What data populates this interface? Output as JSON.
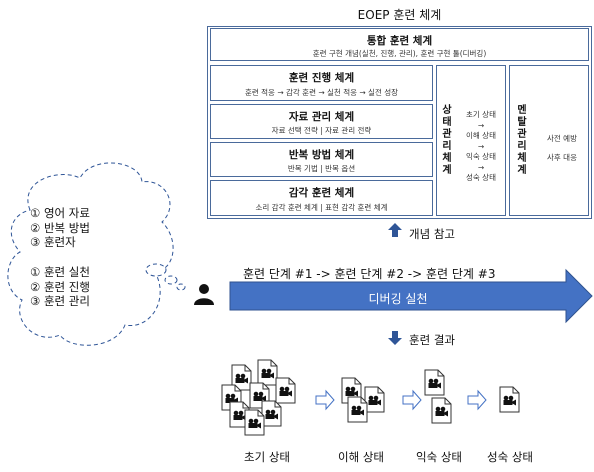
{
  "title": "EOEP 훈련 체계",
  "top_box": {
    "title": "통합 훈련 체계",
    "subtitle": "훈련 구현 개념(실천, 진행, 관리), 훈련 구현 툴(디버깅)"
  },
  "left_boxes": [
    {
      "title": "훈련 진행 체계",
      "subtitle": "훈련 적응 → 감각 훈련 → 실천 적응 → 실전 성장"
    },
    {
      "title": "자료 관리 체계",
      "subtitle": "자료 선택 전략 | 자료 관리 전략"
    },
    {
      "title": "반복 방법 체계",
      "subtitle": "반복 기법 | 반복 옵션"
    },
    {
      "title": "감각 훈련 체계",
      "subtitle": "소리 감각 훈련 체계 | 표현 감각 훈련 체계"
    }
  ],
  "state_box": {
    "title_chars": [
      "상",
      "태",
      "관",
      "리",
      "체",
      "계"
    ],
    "items": [
      "초기 상태",
      "→",
      "이해 상태",
      "→",
      "익숙 상태",
      "→",
      "성숙 상태"
    ]
  },
  "mental_box": {
    "title_chars": [
      "멘",
      "탈",
      "관",
      "리",
      "체",
      "계"
    ],
    "items": [
      "사전 예방",
      "사후 대응"
    ]
  },
  "concept_ref_label": "개념 참고",
  "stages_label": "훈련 단계 #1 -> 훈련 단계 #2 -> 훈련 단계 #3",
  "debug_label": "디버깅 실천",
  "result_label": "훈련 결과",
  "cloud": {
    "group1": [
      "① 영어 자료",
      "② 반복 방법",
      "③ 훈련자"
    ],
    "group2": [
      "① 훈련 실천",
      "② 훈련 진행",
      "③ 훈련 관리"
    ]
  },
  "stages": [
    "초기 상태",
    "이해 상태",
    "익숙 상태",
    "성숙 상태"
  ],
  "colors": {
    "box_border": "#4a6a9b",
    "arrow_fill": "#4472c4",
    "arrow_border": "#2f528f",
    "cloud_border": "#2f5597",
    "small_arrow": "#2f5597"
  },
  "icons": {
    "person": "person-icon",
    "file": "video-file-icon",
    "up_arrow": "up-arrow-icon",
    "down_arrow": "down-arrow-icon"
  }
}
